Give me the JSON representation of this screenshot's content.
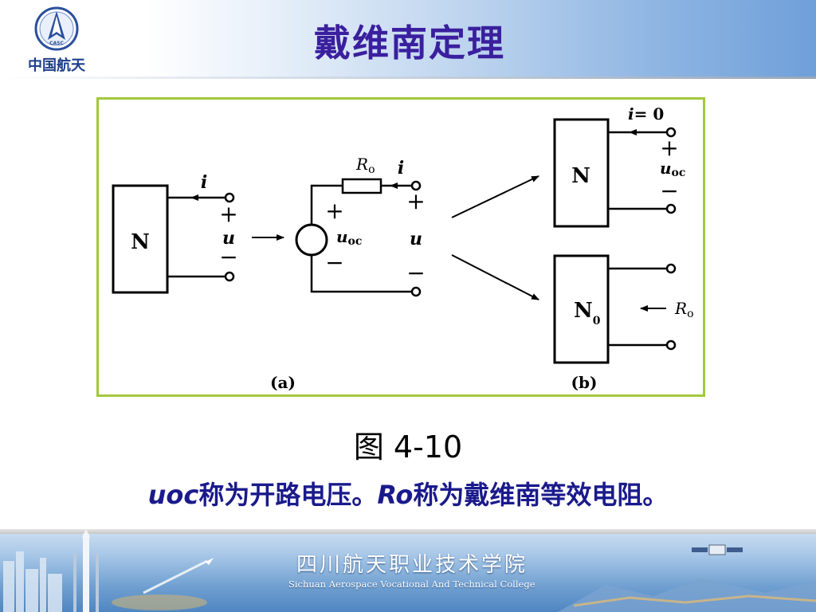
{
  "header": {
    "logo_badge_text": "CASC",
    "logo_text": "中国航天",
    "title": "戴维南定理"
  },
  "figure": {
    "panel_a_label": "(a)",
    "panel_b_label": "(b)",
    "labels": {
      "network": "N",
      "network_zero": "N",
      "network_zero_sub": "0",
      "current": "i",
      "current_zero": "= 0",
      "voltage": "u",
      "uoc": "u",
      "uoc_sub": "oc",
      "ro": "R",
      "ro_sub": "o",
      "plus": "+",
      "minus": "−"
    },
    "colors": {
      "frame": "#a2c939",
      "lines": "#000000"
    }
  },
  "caption": "图 4-10",
  "description": {
    "part1": "uoc",
    "part2": "称为开路电压。",
    "part3": "Ro",
    "part4": "称为戴维南等效电阻。"
  },
  "footer": {
    "college_name": "四川航天职业技术学院",
    "college_english": "Sichuan Aerospace Vocational And Technical College"
  }
}
